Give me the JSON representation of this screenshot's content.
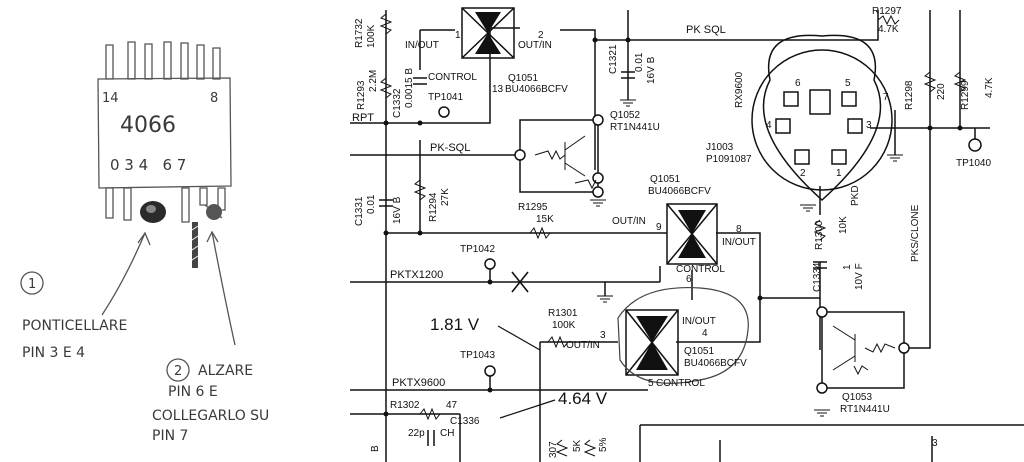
{
  "sketch": {
    "chip_id": "4066",
    "pin_top_left": "14",
    "pin_top_right": "8",
    "pin_row": "0 3 4   6 7",
    "note1_num": "1",
    "note1_line1": "PONTICELLARE",
    "note1_line2": "PIN 3 E 4",
    "note2_num": "2",
    "note2_line1": "ALZARE",
    "note2_line2": "PIN 6 E",
    "note2_line3": "COLLEGARLO SU",
    "note2_line4": "PIN 7"
  },
  "schematic": {
    "q1051_top_left": "IN/OUT",
    "q1051_top_right": "OUT/IN",
    "q1051_top_pin2": "2",
    "q1051_top_pin1": "1",
    "q1051_top_pin13": "13",
    "q1051_top_ref": "Q1051",
    "q1051_top_part": "BU4066BCFV",
    "q1051_top_control": "CONTROL",
    "pk_sql_top": "PK SQL",
    "r1297_ref": "R1297",
    "r1297_val": "4.7K",
    "r1298_ref": "R1298",
    "r1298_val": "220",
    "r1299_ref": "R1299",
    "r1299_val": "4.7K",
    "r1732_ref": "R1732",
    "r1732_val": "100K",
    "r1293_ref": "R1293",
    "r1293_val": "2.2M",
    "c1332_ref": "C1332",
    "c1332_val": "0.0015 B",
    "rpt": "RPT",
    "tp1041": "TP1041",
    "c1321_ref": "C1321",
    "c1321_val": "0.01",
    "c1321_v": "16V B",
    "rx9600": "RX9600",
    "q1052_ref": "Q1052",
    "q1052_part": "RT1N441U",
    "pk_sql_mid": "PK-SQL",
    "j1003_ref": "J1003",
    "j1003_part": "P1091087",
    "pin6": "6",
    "pin5": "5",
    "pin4": "4",
    "pin3": "3",
    "pin2": "2",
    "pin1": "1",
    "pin7": "7",
    "tp1040": "TP1040",
    "c1331_ref": "C1331",
    "c1331_val": "0.01",
    "c1331_v": "16V B",
    "r1294_ref": "R1294",
    "r1294_val": "27K",
    "r1295_ref": "R1295",
    "r1295_val": "15K",
    "q1051_mid_ref": "Q1051",
    "q1051_mid_part": "BU4066BCFV",
    "q1051_mid_left": "OUT/IN",
    "q1051_mid_right": "IN/OUT",
    "q1051_mid_pin9": "9",
    "q1051_mid_pin8": "8",
    "q1051_mid_pin6": "6",
    "q1051_mid_control": "CONTROL",
    "pkd": "PKD",
    "r1300_ref": "R1300",
    "r1300_val": "10K",
    "pks_clone": "PKS/CLONE",
    "tp1042": "TP1042",
    "pktx1200": "PKTX1200",
    "c1334_ref": "C1334",
    "c1334_val": "1",
    "c1334_v": "10V F",
    "r1301_ref": "R1301",
    "r1301_val": "100K",
    "v181": "1.81 V",
    "q1051_low_pin3": "3",
    "q1051_low_left": "OUT/IN",
    "q1051_low_right": "IN/OUT",
    "q1051_low_pin4": "4",
    "q1051_low_ref": "Q1051",
    "q1051_low_part": "BU4066BCFV",
    "q1051_low_pin5": "5",
    "q1051_low_control": "CONTROL",
    "tp1043": "TP1043",
    "pktx9600": "PKTX9600",
    "q1053_ref": "Q1053",
    "q1053_part": "RT1N441U",
    "r1302_ref": "R1302",
    "r1302_val": "47",
    "v464": "4.64 V",
    "c1336_ref": "C1336",
    "c1336_val": "22p",
    "c1336_type": "CH",
    "bottom_b": "B",
    "bottom_307": "307",
    "bottom_5k": "5K",
    "bottom_5pct": "5%",
    "bottom_3": "3"
  }
}
